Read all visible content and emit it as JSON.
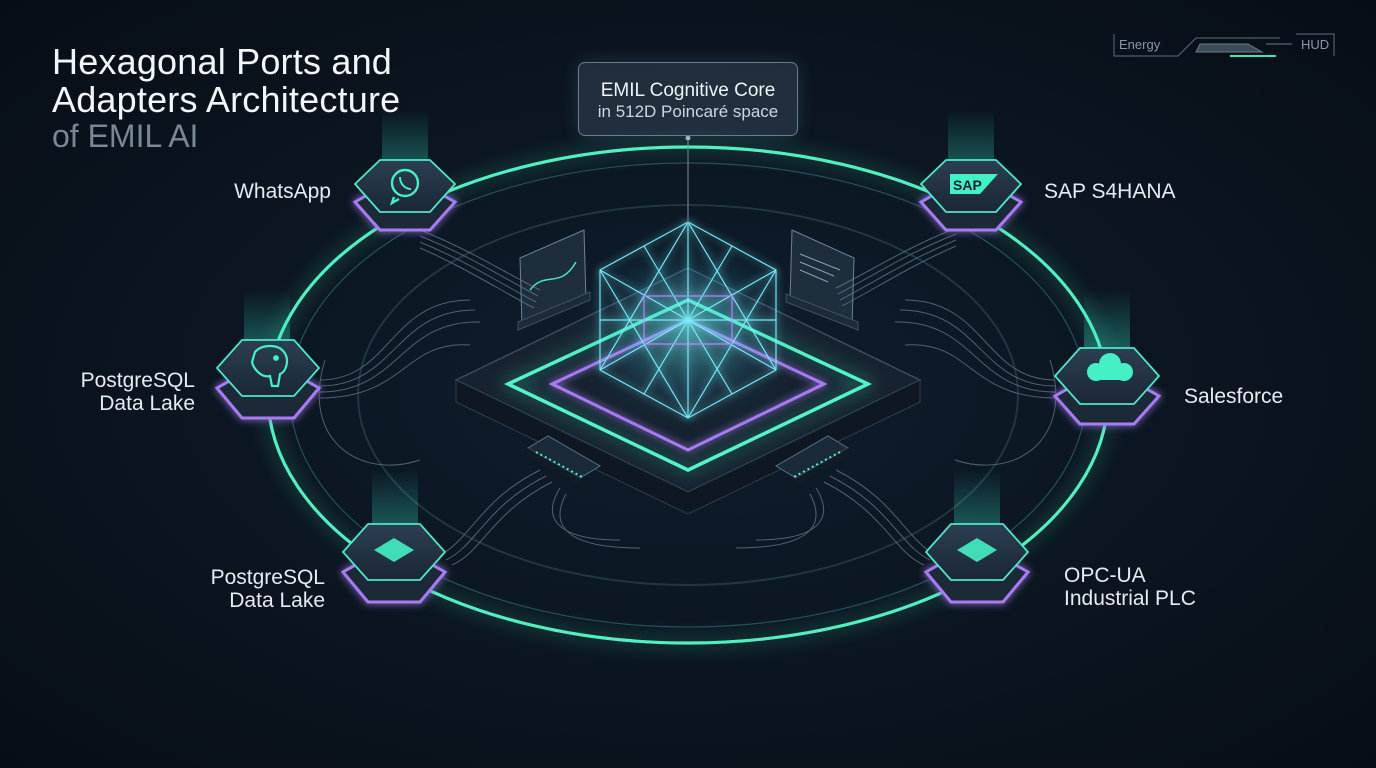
{
  "title": {
    "line1": "Hexagonal Ports and",
    "line2": "Adapters Architecture",
    "line3": "of EMIL AI"
  },
  "core": {
    "label_line1": "EMIL Cognitive Core",
    "label_line2": "in 512D Poincaré space"
  },
  "hud": {
    "left": "Energy",
    "right": "HUD"
  },
  "adapters": {
    "whatsapp": {
      "label": "WhatsApp",
      "icon": "whatsapp-icon"
    },
    "sap": {
      "label": "SAP S4HANA",
      "icon": "sap-logo"
    },
    "postgres_top": {
      "line1": "PostgreSQL",
      "line2": "Data Lake",
      "icon": "postgresql-elephant-icon"
    },
    "salesforce": {
      "label": "Salesforce",
      "icon": "cloud-icon"
    },
    "postgres_bottom": {
      "line1": "PostgreSQL",
      "line2": "Data Lake",
      "icon": "diamond-icon"
    },
    "opcua": {
      "line1": "OPC-UA",
      "line2": "Industrial PLC",
      "icon": "diamond-icon"
    }
  },
  "colors": {
    "background": "#0b1520",
    "ring": "#3fe6b0",
    "accent_purple": "#a77cf2",
    "accent_teal": "#35e8c8"
  }
}
